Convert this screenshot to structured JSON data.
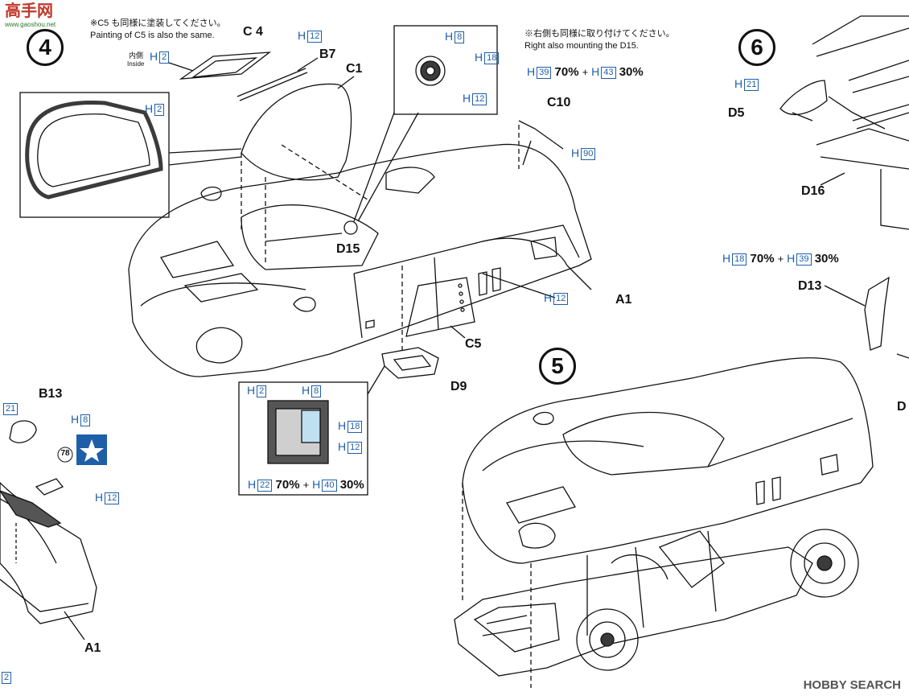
{
  "watermark_top": {
    "chars": "高手网",
    "url": "www.gaoshou.net"
  },
  "brand": "HOBBY SEARCH",
  "steps": {
    "s4": "4",
    "s5": "5",
    "s6": "6"
  },
  "notes": {
    "c5_jp": "※C5 も同様に塗装してください。",
    "c5_en": "Painting of C5 is also the same.",
    "right_jp": "※右側も同様に取り付けてください。",
    "right_en": "Right also mounting the D15.",
    "inside_jp": "内側",
    "inside_en": "Inside"
  },
  "parts": {
    "C4": "C 4",
    "B7": "B7",
    "C1": "C1",
    "C10": "C10",
    "D15": "D15",
    "A1": "A1",
    "C5": "C5",
    "D9": "D9",
    "B13": "B13",
    "A1b": "A1",
    "D5": "D5",
    "D16": "D16",
    "D13": "D13",
    "D_edge": "D"
  },
  "paint": {
    "h": "H",
    "c2": "2",
    "c8": "8",
    "c12": "12",
    "c18": "18",
    "c21": "21",
    "c22": "22",
    "c39": "39",
    "c40": "40",
    "c43": "43",
    "c90": "90",
    "p70": "70%",
    "p30": "30%",
    "plus": "+",
    "edge21": "21",
    "edge2": "2"
  },
  "sticker_num": "78",
  "colors": {
    "accent": "#1f5fa8",
    "star_bg": "#1f5fa8",
    "ink": "#111111",
    "fill_dark": "#3b3b3b",
    "fill_mid": "#8a8a8a",
    "fill_light": "#cfcfcf"
  }
}
